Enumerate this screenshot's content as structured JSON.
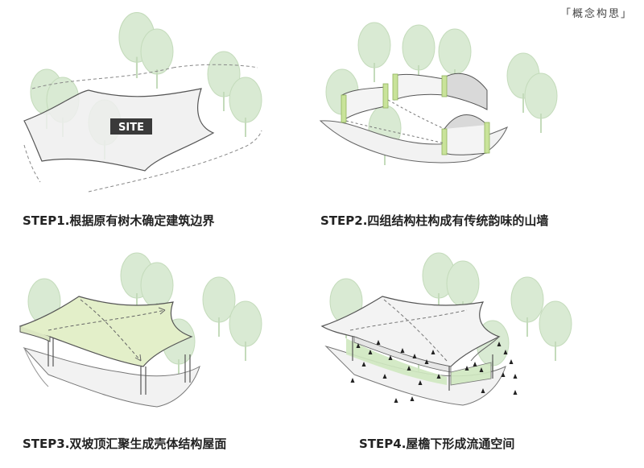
{
  "header": {
    "title": "「概念构思」"
  },
  "diagram": {
    "site_label": "SITE",
    "steps": [
      {
        "caption": "STEP1.根据原有树木确定建筑边界"
      },
      {
        "caption": "STEP2.四组结构柱构成有传统韵味的山墙"
      },
      {
        "caption": "STEP3.双坡顶汇聚生成壳体结构屋面"
      },
      {
        "caption": "STEP4.屋檐下形成流通空间"
      }
    ]
  },
  "colors": {
    "tree": "#d9ead3",
    "tree_stroke": "#b8d2b0",
    "outline": "#555555",
    "roof_green": "#e3efc9",
    "column_green": "#c9e39a",
    "space_green": "#cfe8c0",
    "site_box": "#3a3a3a"
  },
  "icons": [
    "tree-icon",
    "person-icon"
  ]
}
